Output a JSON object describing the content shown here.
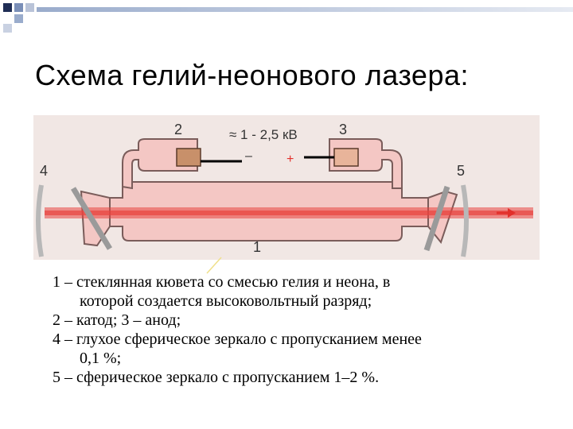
{
  "slide": {
    "title": "Схема гелий-неонового лазера:"
  },
  "diagram": {
    "labels": {
      "cathode_num": "2",
      "anode_num": "3",
      "mirror_back_num": "4",
      "mirror_out_num": "5",
      "tube_num": "1",
      "voltage": "≈ 1 - 2,5 кВ",
      "minus": "–",
      "plus": "+"
    },
    "colors": {
      "panel": "#f1e7e4",
      "tube_fill": "#f4c7c4",
      "beam": "#e8433f",
      "electrode": "#c8906a",
      "arrow": "#e2302b",
      "mirror": "#d0d0d0"
    }
  },
  "legend": {
    "item1_line1": "1 – стеклянная кювета со смесью гелия и неона, в",
    "item1_line2": "которой создается высоковольтный разряд;",
    "item2": "2 – катод; 3 – анод;",
    "item4_line1": "4 – глухое сферическое зеркало с пропусканием менее",
    "item4_line2": "0,1 %;",
    "item5": "5 – сферическое зеркало с пропусканием 1–2 %."
  }
}
